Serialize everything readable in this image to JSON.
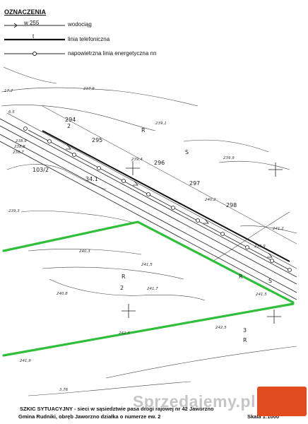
{
  "legend": {
    "title": "OZNACZENIA",
    "water_code": "w 255",
    "water_label": "wodociąg",
    "phone_code": "t",
    "phone_label": "linia telefoniczna",
    "power_label": "napowietrzna linia energetyczna nn"
  },
  "plots": [
    "294",
    "2",
    "295",
    "296",
    "297",
    "298",
    "34.1",
    "103/2",
    "R",
    "S",
    "R",
    "2",
    "R",
    "3",
    "R",
    "S"
  ],
  "elevations": [
    "237,9",
    "239,1",
    "239,4",
    "239,9",
    "240,2",
    "241,2",
    "240,3",
    "241,5",
    "240,8",
    "241,7",
    "242,5",
    "242,3",
    "241,9",
    "239,3",
    "241,5",
    "239,9",
    "238,9",
    "238,8",
    "238,7",
    "17,2",
    "6,5",
    "3,76"
  ],
  "footer": {
    "line1": "SZKIC SYTUACYJNY  -  sieci w sąsiedztwie pasa drogi  rajowej nr 42  Jaworzno",
    "line2": "Gmina Rudniki,  obręb Jaworzno  działka o numerze ew. 2",
    "scale": "Skala 1:1000"
  },
  "watermark": {
    "text": "Sprzedajemy.pl",
    "brand_color": "#e24d1f"
  },
  "colors": {
    "parcel_boundary": "#2fbf3a",
    "lines": "#222222"
  }
}
